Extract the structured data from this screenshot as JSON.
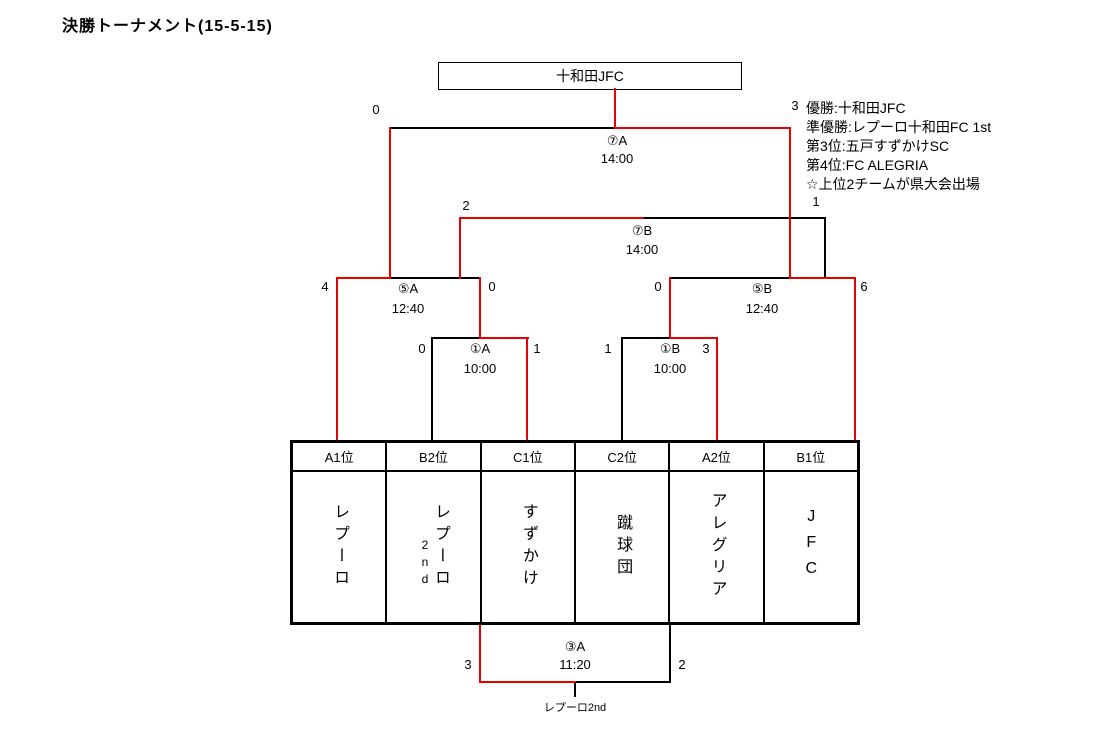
{
  "title": "決勝トーナメント(15-5-15)",
  "champion": "十和田JFC",
  "notes": [
    "優勝:十和田JFC",
    "準優勝:レプーロ十和田FC 1st",
    "第3位:五戸すずかけSC",
    "第4位:FC ALEGRIA",
    "☆上位2チームが県大会出場"
  ],
  "matches": {
    "m7a": {
      "label": "⑦A",
      "time": "14:00",
      "left_score": "0",
      "right_score": "3"
    },
    "m7b": {
      "label": "⑦B",
      "time": "14:00",
      "left_score": "2",
      "right_score": "1"
    },
    "m5a": {
      "label": "⑤A",
      "time": "12:40",
      "left_score": "4",
      "right_score": "0"
    },
    "m5b": {
      "label": "⑤B",
      "time": "12:40",
      "left_score": "0",
      "right_score": "6"
    },
    "m1a": {
      "label": "①A",
      "time": "10:00",
      "left_score": "0",
      "right_score": "1"
    },
    "m1b": {
      "label": "①B",
      "time": "10:00",
      "left_score": "1",
      "right_score": "3"
    },
    "m3a": {
      "label": "③A",
      "time": "11:20",
      "left_score": "3",
      "right_score": "2",
      "result": "レプーロ2nd"
    }
  },
  "table": {
    "headers": [
      "A1位",
      "B2位",
      "C1位",
      "C2位",
      "A2位",
      "B1位"
    ],
    "teams": [
      "レプーロ",
      "レプーロ",
      "すずかけ",
      "蹴球団",
      "アレグリア",
      "JFC"
    ],
    "team2_suffix": "2nd"
  },
  "colors": {
    "line": "#000000",
    "winner_path": "#e60000"
  }
}
